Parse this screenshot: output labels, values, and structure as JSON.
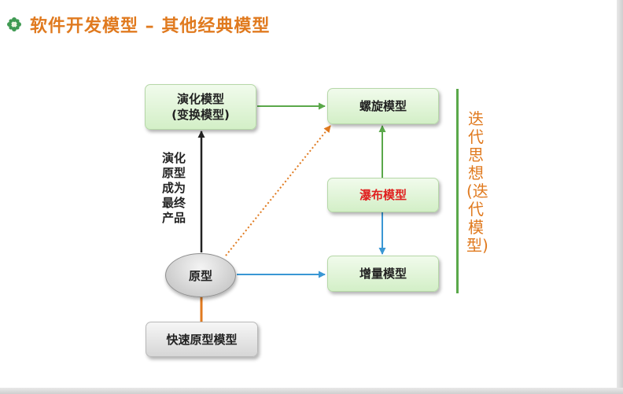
{
  "title": "软件开发模型 – 其他经典模型",
  "boxes": {
    "evolution_line1": "演化模型",
    "evolution_line2": "(变换模型)",
    "spiral": "螺旋模型",
    "waterfall": "瀑布模型",
    "incremental": "增量模型",
    "prototype": "原型",
    "rapid_prototype": "快速原型模型"
  },
  "vertical_label": "演化原型成为最终产品",
  "iteration_label": "迭代思想(迭代模型)",
  "icons": {
    "bullet": "flower-bullet-icon"
  },
  "colors": {
    "title": "#e07a1f",
    "waterfall_text": "#e0201f",
    "arrow_green": "#5aa84a",
    "arrow_blue": "#3a97d4",
    "arrow_black": "#222222",
    "arrow_orange": "#e07a1f",
    "divider": "#5aa84a"
  }
}
